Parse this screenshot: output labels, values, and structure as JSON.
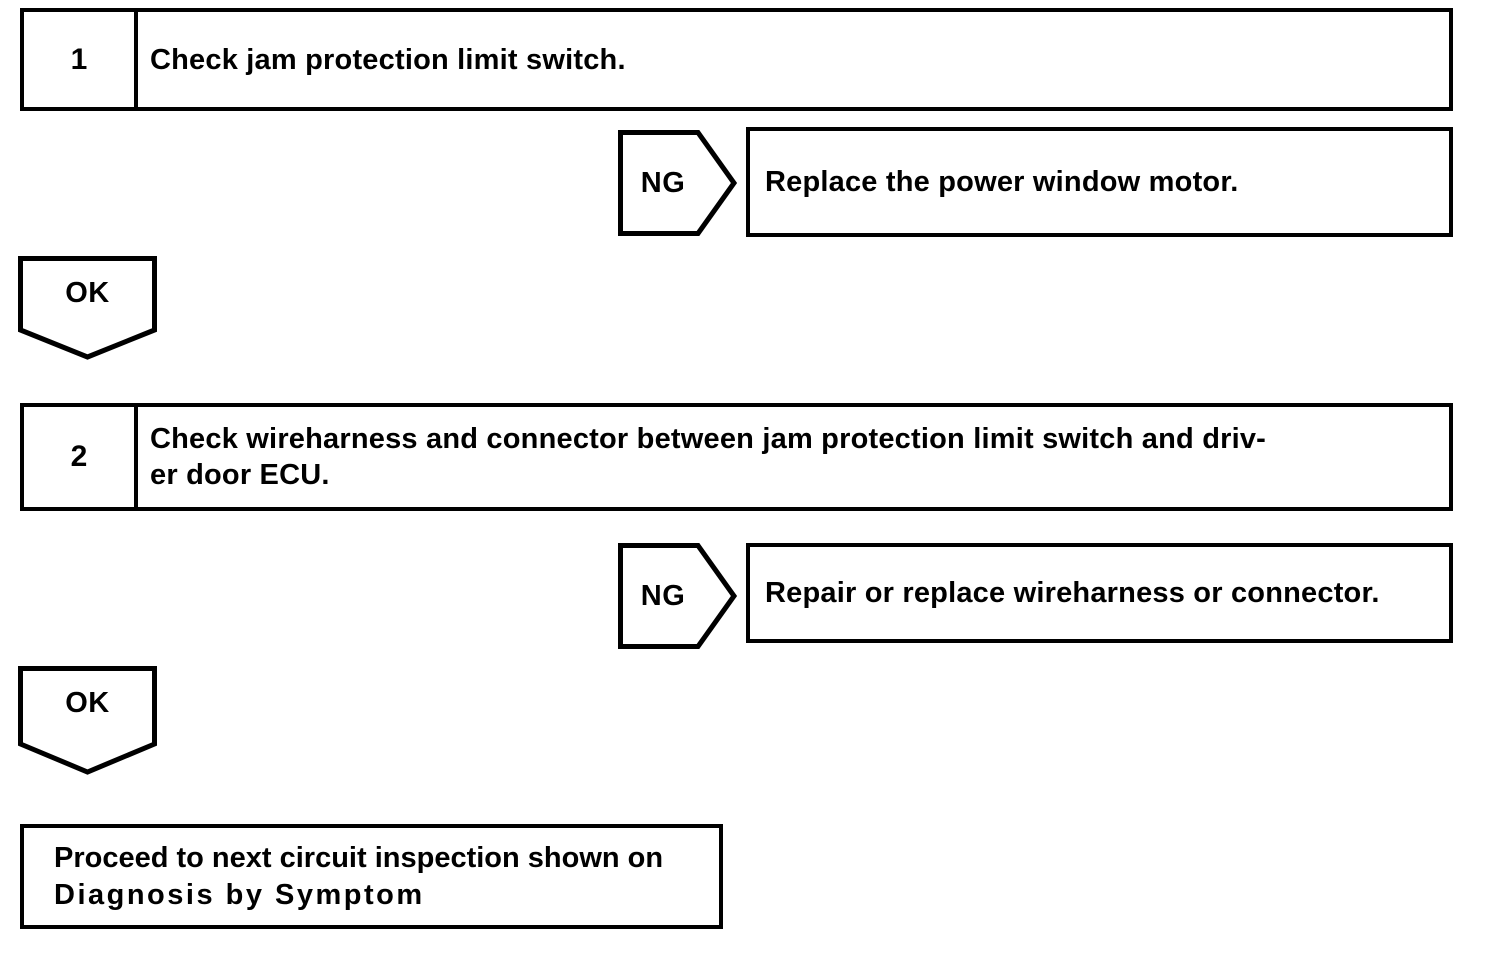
{
  "colors": {
    "ink": "#000000",
    "background": "#ffffff"
  },
  "flowchart": {
    "step1": {
      "number": "1",
      "title": "Check jam protection limit switch."
    },
    "ng1": {
      "label": "NG",
      "result": "Replace the power window motor."
    },
    "ok1": {
      "label": "OK"
    },
    "step2": {
      "number": "2",
      "title_lines": [
        "Check wireharness and connector between jam protection limit switch and driv-",
        "er door ECU."
      ]
    },
    "ng2": {
      "label": "NG",
      "result": "Repair or replace wireharness or connector."
    },
    "ok2": {
      "label": "OK"
    },
    "final": {
      "lines": [
        "Proceed to next circuit inspection shown on",
        "Diagnosis by Symptom"
      ]
    }
  }
}
